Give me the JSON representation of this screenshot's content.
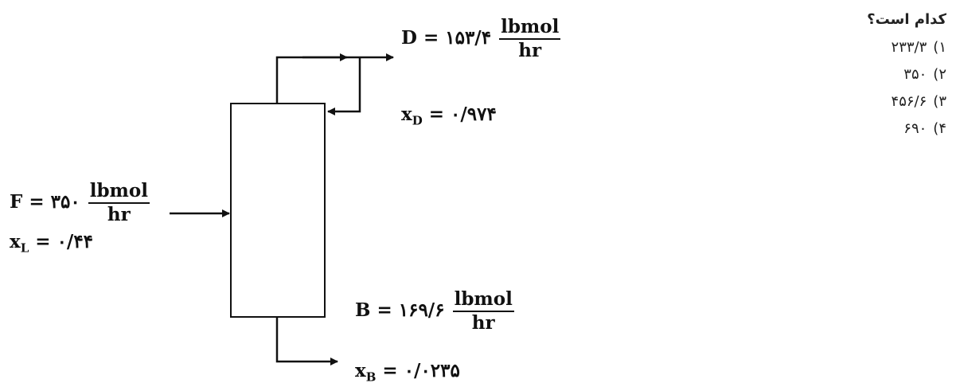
{
  "question": {
    "title": "کدام است؟",
    "options": [
      {
        "num": "۱)",
        "value": "۲۳۳/۳"
      },
      {
        "num": "۲)",
        "value": "۳۵۰"
      },
      {
        "num": "۳)",
        "value": "۴۵۶/۶"
      },
      {
        "num": "۴)",
        "value": "۶۹۰"
      }
    ]
  },
  "feed": {
    "var": "F",
    "value": "۳۵۰",
    "unit_num": "lbmol",
    "unit_den": "hr",
    "comp_var": "x",
    "comp_sub": "L",
    "comp_value": "۰/۴۴"
  },
  "distillate": {
    "var": "D",
    "value": "۱۵۳/۴",
    "unit_num": "lbmol",
    "unit_den": "hr",
    "comp_var": "x",
    "comp_sub": "D",
    "comp_value": "۰/۹۷۴"
  },
  "bottoms": {
    "var": "B",
    "value": "۱۶۹/۶",
    "unit_num": "lbmol",
    "unit_den": "hr",
    "comp_var": "x",
    "comp_sub": "B",
    "comp_value": "۰/۰۲۳۵"
  }
}
